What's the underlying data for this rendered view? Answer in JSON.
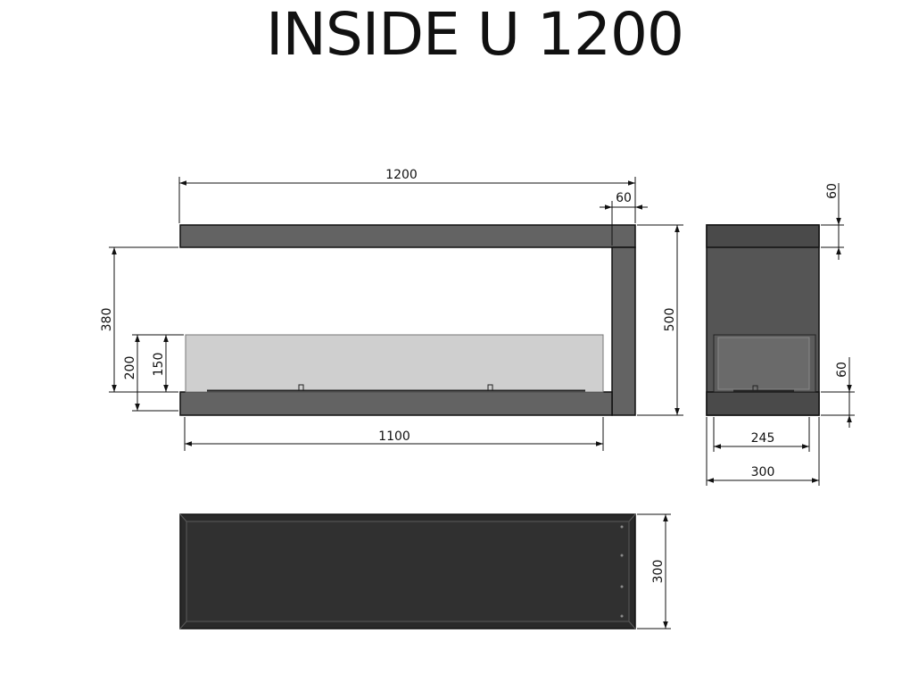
{
  "title": "INSIDE U 1200",
  "front_view": {
    "overall_width": "1200",
    "wall_thickness": "60",
    "height": "500",
    "opening_height": "380",
    "burner_box_height": "200",
    "glass_height": "150",
    "base_length": "1100"
  },
  "side_view": {
    "top_thickness": "60",
    "bottom_thickness": "60",
    "inner_width": "245",
    "outer_width": "300"
  },
  "top_view": {
    "depth": "300"
  },
  "colors": {
    "panel": "#636363",
    "panel_dark": "#2e2e2e",
    "side_panel": "#555555",
    "glass": "#cfcfcf",
    "line": "#111111"
  }
}
